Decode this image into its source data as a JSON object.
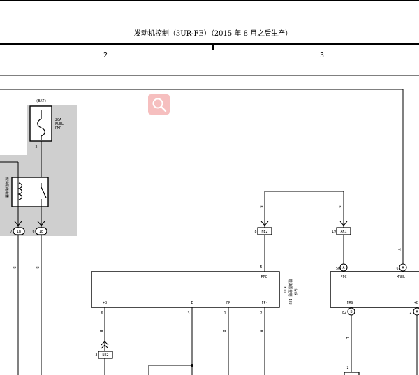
{
  "header": {
    "title": "发动机控制（3UR-FE）（2015 年 8 月之后生产）",
    "col_2": "2",
    "col_3": "3"
  },
  "power": {
    "bat": "(BAT)",
    "fuse_amp": "20A",
    "fuse_name_1": "FUEL",
    "fuse_name_2": "PMP",
    "fuse_pin": "2"
  },
  "relay": {
    "label": "燃油泵继电器",
    "conn_left_pin": "7",
    "conn_left": "1B",
    "conn_right_pin": "6",
    "conn_right": "1E"
  },
  "wire_colors": {
    "left_1": "B",
    "left_2": "B",
    "ne2_drop": "B",
    "ak1_drop": "B",
    "mrel_right": "V",
    "ecu_b": "B",
    "ecu_fp": "B",
    "ecu_fpm": "B",
    "ecu2_l": "L"
  },
  "connectors": {
    "ne2_top_pin": "8",
    "ne2_top": "NE2",
    "ne2_top_below_pin": "5",
    "ak1_pin": "19",
    "ak1": "AK1",
    "ne2_bottom_pin": "3",
    "ne2_bottom": "NE2"
  },
  "ecu1": {
    "label_1": "K11",
    "label_2": "燃油泵控制 ECU",
    "label_3": "总成",
    "fpc": "FPC",
    "plus_b": "+B",
    "e": "E",
    "fp": "FP",
    "fp_minus": "FP-",
    "pin_plus_b": "6",
    "pin_e": "3",
    "pin_fp": "1",
    "pin_fp_minus": "2"
  },
  "ecu2": {
    "pin_fpc_num": "50",
    "pin_fpc_conn": "A",
    "pin_mrel_num": "6",
    "pin_mrel_conn": "A",
    "fpc": "FPC",
    "mrel": "MREL",
    "frg": "FRG",
    "plus_b": "+B",
    "pin_frg_num": "82",
    "pin_frg_conn": "B",
    "pin_right_num": "2",
    "pin_right_conn": "A",
    "bottom_pin": "2"
  },
  "overlay": {
    "icon": "search-icon"
  }
}
